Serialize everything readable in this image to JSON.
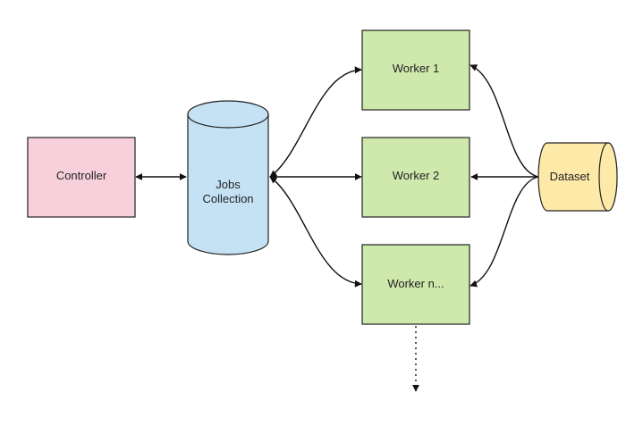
{
  "nodes": {
    "controller": {
      "label": "Controller",
      "color": "#f8d0dc"
    },
    "jobs_collection": {
      "label_line1": "Jobs",
      "label_line2": "Collection",
      "color": "#c4e2f4"
    },
    "worker_1": {
      "label": "Worker 1",
      "color": "#cfe8ac"
    },
    "worker_2": {
      "label": "Worker 2",
      "color": "#cfe8ac"
    },
    "worker_n": {
      "label": "Worker n...",
      "color": "#cfe8ac"
    },
    "dataset": {
      "label": "Dataset",
      "color": "#fde9a8"
    }
  },
  "edges": [
    {
      "from": "controller",
      "to": "jobs_collection",
      "type": "bidirectional"
    },
    {
      "from": "jobs_collection",
      "to": "worker_1",
      "type": "bidirectional"
    },
    {
      "from": "jobs_collection",
      "to": "worker_2",
      "type": "bidirectional"
    },
    {
      "from": "jobs_collection",
      "to": "worker_n",
      "type": "bidirectional"
    },
    {
      "from": "dataset",
      "to": "worker_1",
      "type": "directed"
    },
    {
      "from": "dataset",
      "to": "worker_2",
      "type": "directed"
    },
    {
      "from": "dataset",
      "to": "worker_n",
      "type": "directed"
    },
    {
      "from": "worker_n",
      "to": "more_workers",
      "type": "dotted"
    }
  ],
  "colors": {
    "stroke": "#222222",
    "edge": "#111111"
  }
}
